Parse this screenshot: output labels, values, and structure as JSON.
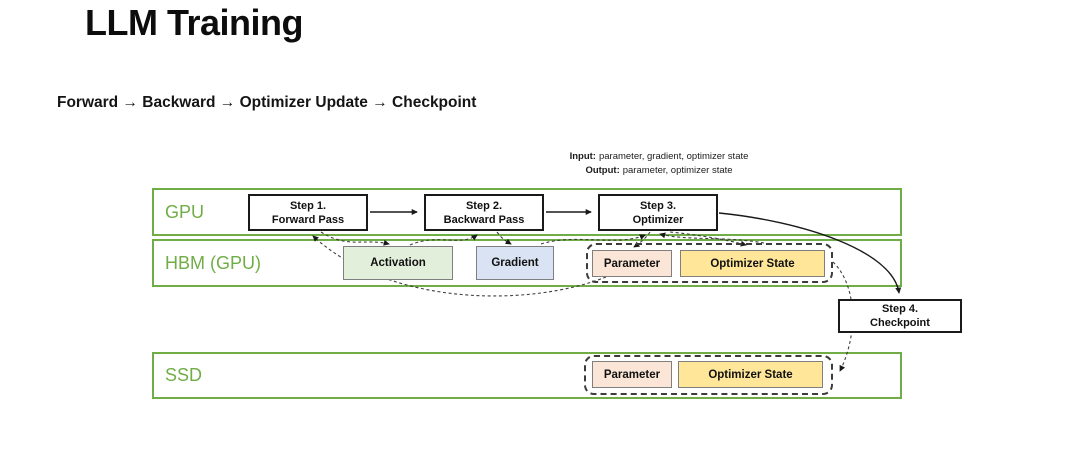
{
  "title": "LLM Training",
  "subtitle": "Forward → Backward → Optimizer Update → Checkpoint",
  "io_note": {
    "input_label": "Input:",
    "input_text": "parameter, gradient, optimizer state",
    "output_label": "Output:",
    "output_text": "parameter, optimizer state"
  },
  "lanes": {
    "gpu": {
      "label": "GPU"
    },
    "hbm": {
      "label": "HBM (GPU)"
    },
    "ssd": {
      "label": "SSD"
    }
  },
  "steps": {
    "s1": {
      "line1": "Step 1.",
      "line2": "Forward Pass"
    },
    "s2": {
      "line1": "Step 2.",
      "line2": "Backward Pass"
    },
    "s3": {
      "line1": "Step 3.",
      "line2": "Optimizer"
    },
    "s4": {
      "line1": "Step 4.",
      "line2": "Checkpoint"
    }
  },
  "memory": {
    "activation": "Activation",
    "gradient": "Gradient",
    "parameter": "Parameter",
    "optimizer_state": "Optimizer State"
  },
  "colors": {
    "lane_green": "#70ad47",
    "activation_fill": "#e2efda",
    "gradient_fill": "#dae3f3",
    "parameter_fill": "#fbe5d6",
    "optimizer_state_fill": "#ffe699"
  },
  "edges": [
    {
      "from": "step1-forward-pass",
      "to": "step2-backward-pass",
      "style": "solid"
    },
    {
      "from": "step2-backward-pass",
      "to": "step3-optimizer",
      "style": "solid"
    },
    {
      "from": "step3-optimizer",
      "to": "step4-checkpoint",
      "style": "solid"
    },
    {
      "from": "parameter-hbm",
      "to": "step1-forward-pass",
      "style": "dashed"
    },
    {
      "from": "step1-forward-pass",
      "to": "activation-hbm",
      "style": "dashed"
    },
    {
      "from": "activation-hbm",
      "to": "step2-backward-pass",
      "style": "dashed"
    },
    {
      "from": "step2-backward-pass",
      "to": "gradient-hbm",
      "style": "dashed"
    },
    {
      "from": "gradient-hbm",
      "to": "step3-optimizer",
      "style": "dashed"
    },
    {
      "from": "parameter-optimizer-state-group-hbm",
      "to": "step3-optimizer",
      "style": "dashed"
    },
    {
      "from": "step3-optimizer",
      "to": "parameter-hbm",
      "style": "dashed"
    },
    {
      "from": "step3-optimizer",
      "to": "optimizer-state-hbm",
      "style": "dashed"
    },
    {
      "from": "parameter-optimizer-state-group-hbm",
      "to": "parameter-optimizer-state-group-ssd",
      "style": "dashed"
    }
  ]
}
